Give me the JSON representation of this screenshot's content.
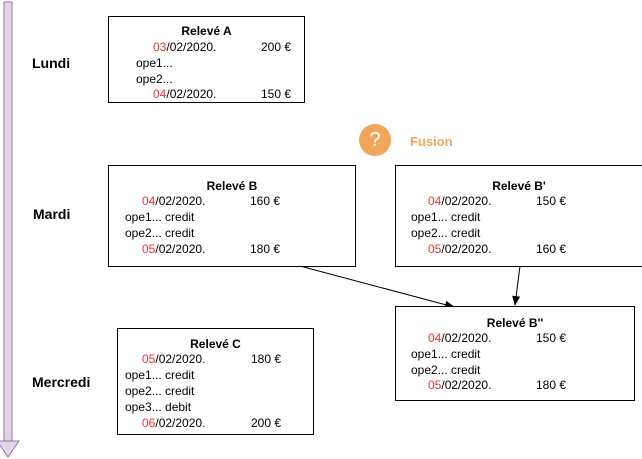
{
  "days": {
    "lundi": "Lundi",
    "mardi": "Mardi",
    "mercredi": "Mercredi"
  },
  "fusion": {
    "icon_glyph": "?",
    "label": "Fusion",
    "color": "#f2a65a"
  },
  "colors": {
    "accent_red": "#e8362c",
    "timeline_fill": "#e1d5e7",
    "timeline_stroke": "#9673a6",
    "check_fill": "#d5e8d4",
    "check_stroke": "#82b366"
  },
  "statements": {
    "a": {
      "title": "Relevé A",
      "start": {
        "day": "03",
        "rest": "/02/2020.",
        "amount": "200 €"
      },
      "ops": [
        "ope1...",
        "ope2..."
      ],
      "end": {
        "day": "04",
        "rest": "/02/2020.",
        "amount": "150 €"
      }
    },
    "b": {
      "title": "Relevé B",
      "start": {
        "day": "04",
        "rest": "/02/2020.",
        "amount": "160 €"
      },
      "ops": [
        "ope1... credit",
        "ope2... credit"
      ],
      "end": {
        "day": "05",
        "rest": "/02/2020.",
        "amount": "180 €"
      }
    },
    "bprime": {
      "title": "Relevé B'",
      "start": {
        "day": "04",
        "rest": "/02/2020.",
        "amount": "150 €"
      },
      "ops": [
        "ope1... credit",
        "ope2... credit"
      ],
      "end": {
        "day": "05",
        "rest": "/02/2020.",
        "amount": "160 €"
      }
    },
    "bsecond": {
      "title": "Relevé B''",
      "start": {
        "day": "04",
        "rest": "/02/2020.",
        "amount": "150 €"
      },
      "ops": [
        "ope1... credit",
        "ope2... credit"
      ],
      "end": {
        "day": "05",
        "rest": "/02/2020.",
        "amount": "180 €"
      }
    },
    "c": {
      "title": "Relevé C",
      "start": {
        "day": "05",
        "rest": "/02/2020.",
        "amount": "180 €"
      },
      "ops": [
        "ope1... credit",
        "ope2... credit",
        "ope3...  debit"
      ],
      "end": {
        "day": "06",
        "rest": "/02/2020.",
        "amount": "200 €"
      }
    }
  }
}
